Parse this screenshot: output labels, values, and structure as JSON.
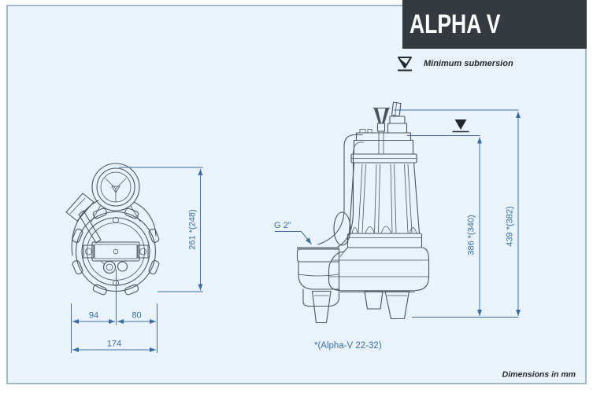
{
  "header": {
    "title": "ALPHA V"
  },
  "legend": {
    "icon": "water-level-icon",
    "label": "Minimum submersion"
  },
  "left_view": {
    "description": "pump front view drawing",
    "dim_height": "261 *(248)",
    "dim_width_left": "94",
    "dim_width_right": "80",
    "dim_width_total": "174"
  },
  "right_view": {
    "description": "pump side view drawing",
    "port_label": "G 2\"",
    "dim_submersion": "386 *(340)",
    "dim_overall": "439 *(382)",
    "variant_note": "*(Alpha-V 22-32)"
  },
  "footer": {
    "units_note": "Dimensions in mm"
  },
  "colors": {
    "dimension_accent": "#3a6da6",
    "drawing_line": "#4a545e",
    "panel_bg": "#e9f3f9",
    "title_bg": "#343a40",
    "frame_border": "#a2b8c4"
  }
}
